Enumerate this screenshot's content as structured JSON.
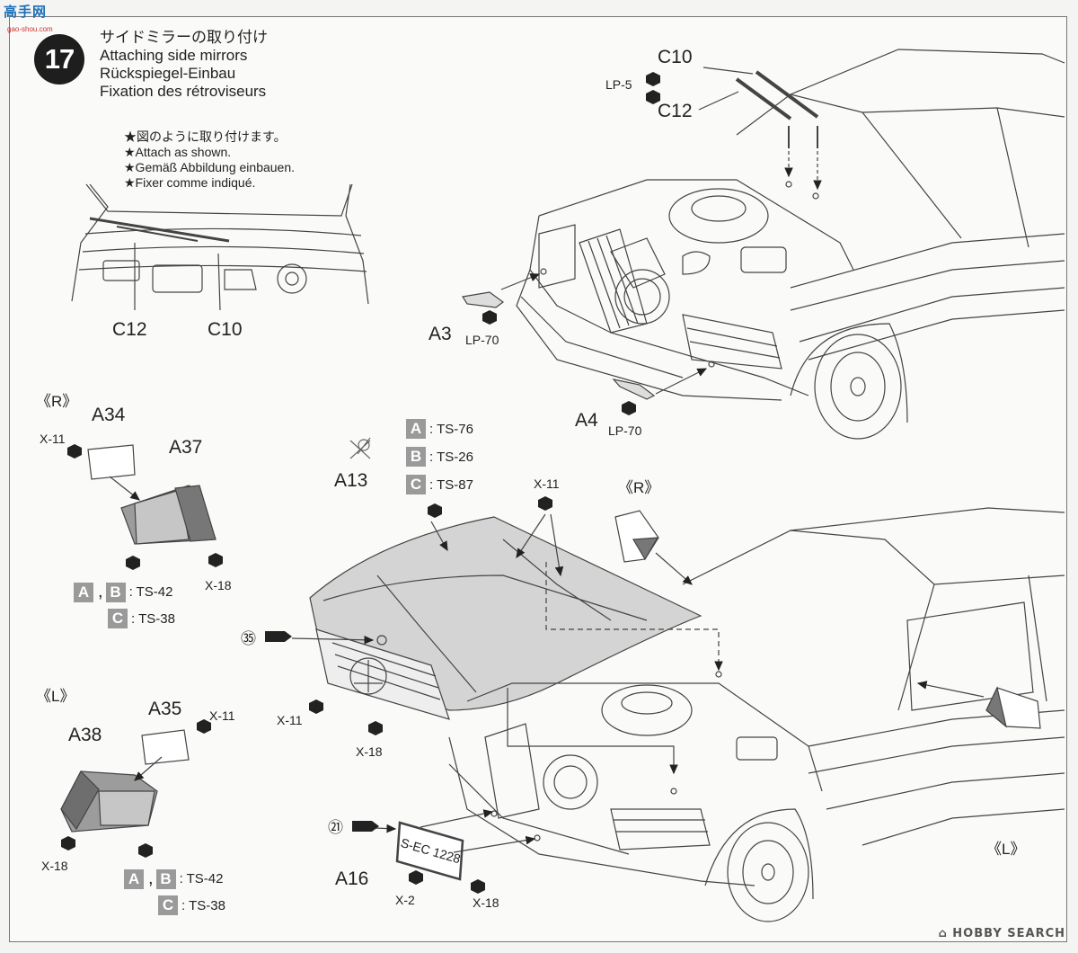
{
  "watermark": {
    "text": "高手网",
    "sub": "gao-shou.com"
  },
  "step": {
    "number": "17"
  },
  "titles": [
    "サイドミラーの取り付け",
    "Attaching side mirrors",
    "Rückspiegel-Einbau",
    "Fixation des rétroviseurs"
  ],
  "notes": [
    "★図のように取り付けます。",
    "★Attach as shown.",
    "★Gemäß Abbildung einbauen.",
    "★Fixer comme indiqué."
  ],
  "inset_labels": {
    "c12": "C12",
    "c10": "C10"
  },
  "top_parts": {
    "c10": "C10",
    "lp5": "LP-5",
    "c12": "C12",
    "a3": "A3",
    "a3_paint": "LP-70",
    "a4": "A4",
    "a4_paint": "LP-70"
  },
  "hood": {
    "a13": "A13",
    "paints": [
      {
        "chip": "A",
        "code": ": TS-76"
      },
      {
        "chip": "B",
        "code": ": TS-26"
      },
      {
        "chip": "C",
        "code": ": TS-87"
      }
    ],
    "x11_top": "X-11",
    "step_ref": "㉟",
    "x11_grille": "X-11",
    "x18_grille": "X-18"
  },
  "mirror_r": {
    "title": "《R》",
    "a34": "A34",
    "a37": "A37",
    "x11": "X-11",
    "x18": "X-18",
    "chip_a": "A",
    "comma": ",",
    "chip_b": "B",
    "paint_ab": ": TS-42",
    "chip_c": "C",
    "paint_c": ": TS-38"
  },
  "mirror_l": {
    "title": "《L》",
    "a35": "A35",
    "a38": "A38",
    "x11": "X-11",
    "x18": "X-18",
    "chip_a": "A",
    "comma": ",",
    "chip_b": "B",
    "paint_ab": ": TS-42",
    "chip_c": "C",
    "paint_c": ": TS-38"
  },
  "plate": {
    "step_ref": "㉑",
    "a16": "A16",
    "x2": "X-2",
    "x18": "X-18",
    "plate_text": "S-EC 1228"
  },
  "car_labels": {
    "r": "《R》",
    "l": "《L》"
  },
  "footer": {
    "brand": "⌂ HOBBY SEARCH"
  },
  "colors": {
    "ink": "#222222",
    "chip": "#9a9a9a",
    "part_fill": "#c8c8c8",
    "part_dark": "#555555"
  }
}
